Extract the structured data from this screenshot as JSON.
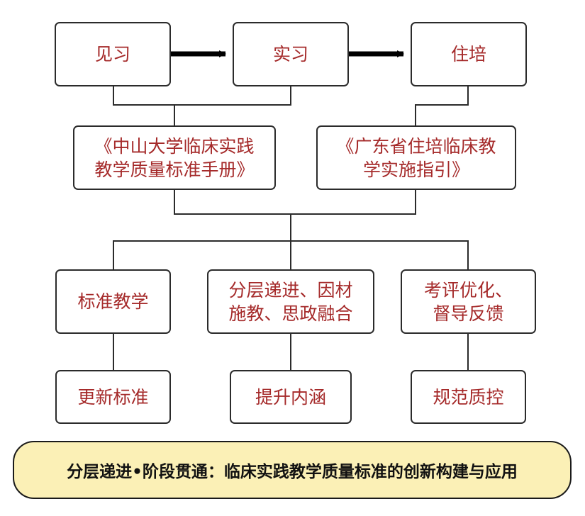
{
  "colors": {
    "text": "#a52a2a",
    "border": "#2b2b2b",
    "banner_bg": "#fbf0b6",
    "banner_text": "#111111"
  },
  "stages": [
    {
      "label": "见习"
    },
    {
      "label": "实习"
    },
    {
      "label": "住培"
    }
  ],
  "references": [
    {
      "label": "《中山大学临床实践\n教学质量标准手册》"
    },
    {
      "label": "《广东省住培临床教\n学实施指引》"
    }
  ],
  "principles": [
    {
      "label": "标准教学"
    },
    {
      "label": "分层递进、因材\n施教、思政融合"
    },
    {
      "label": "考评优化、\n督导反馈"
    }
  ],
  "outcomes": [
    {
      "label": "更新标准"
    },
    {
      "label": "提升内涵"
    },
    {
      "label": "规范质控"
    }
  ],
  "banner": {
    "title": "分层递进•阶段贯通：临床实践教学质量标准的创新构建与应用"
  }
}
